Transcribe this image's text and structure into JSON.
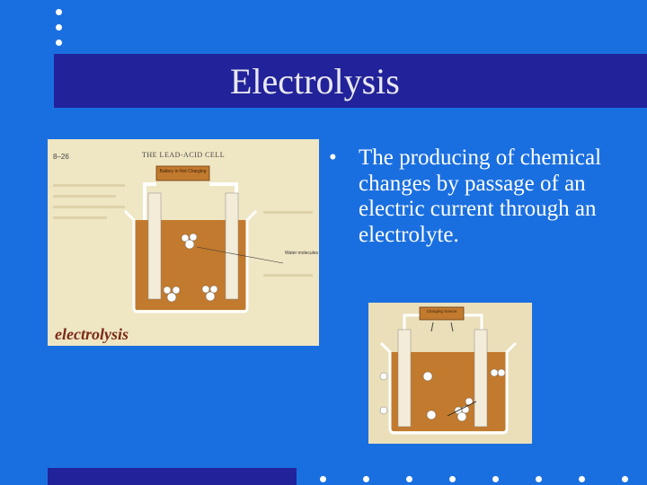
{
  "slide": {
    "title": "Electrolysis",
    "bullet": "The producing of chemical changes by passage of an electric current through an electrolyte.",
    "bullet_mark": "•"
  },
  "figure1": {
    "fig_number": "8–26",
    "heading": "THE LEAD-ACID CELL",
    "source_label": "Battery in Not Charging",
    "water_label": "Water molecules",
    "caption": "electrolysis"
  },
  "figure2": {
    "source_label": "Charging Source"
  },
  "colors": {
    "background": "#1a6fe0",
    "band": "#22229a",
    "electrolyte": "#c27a2e",
    "caption": "#7a2a18"
  }
}
